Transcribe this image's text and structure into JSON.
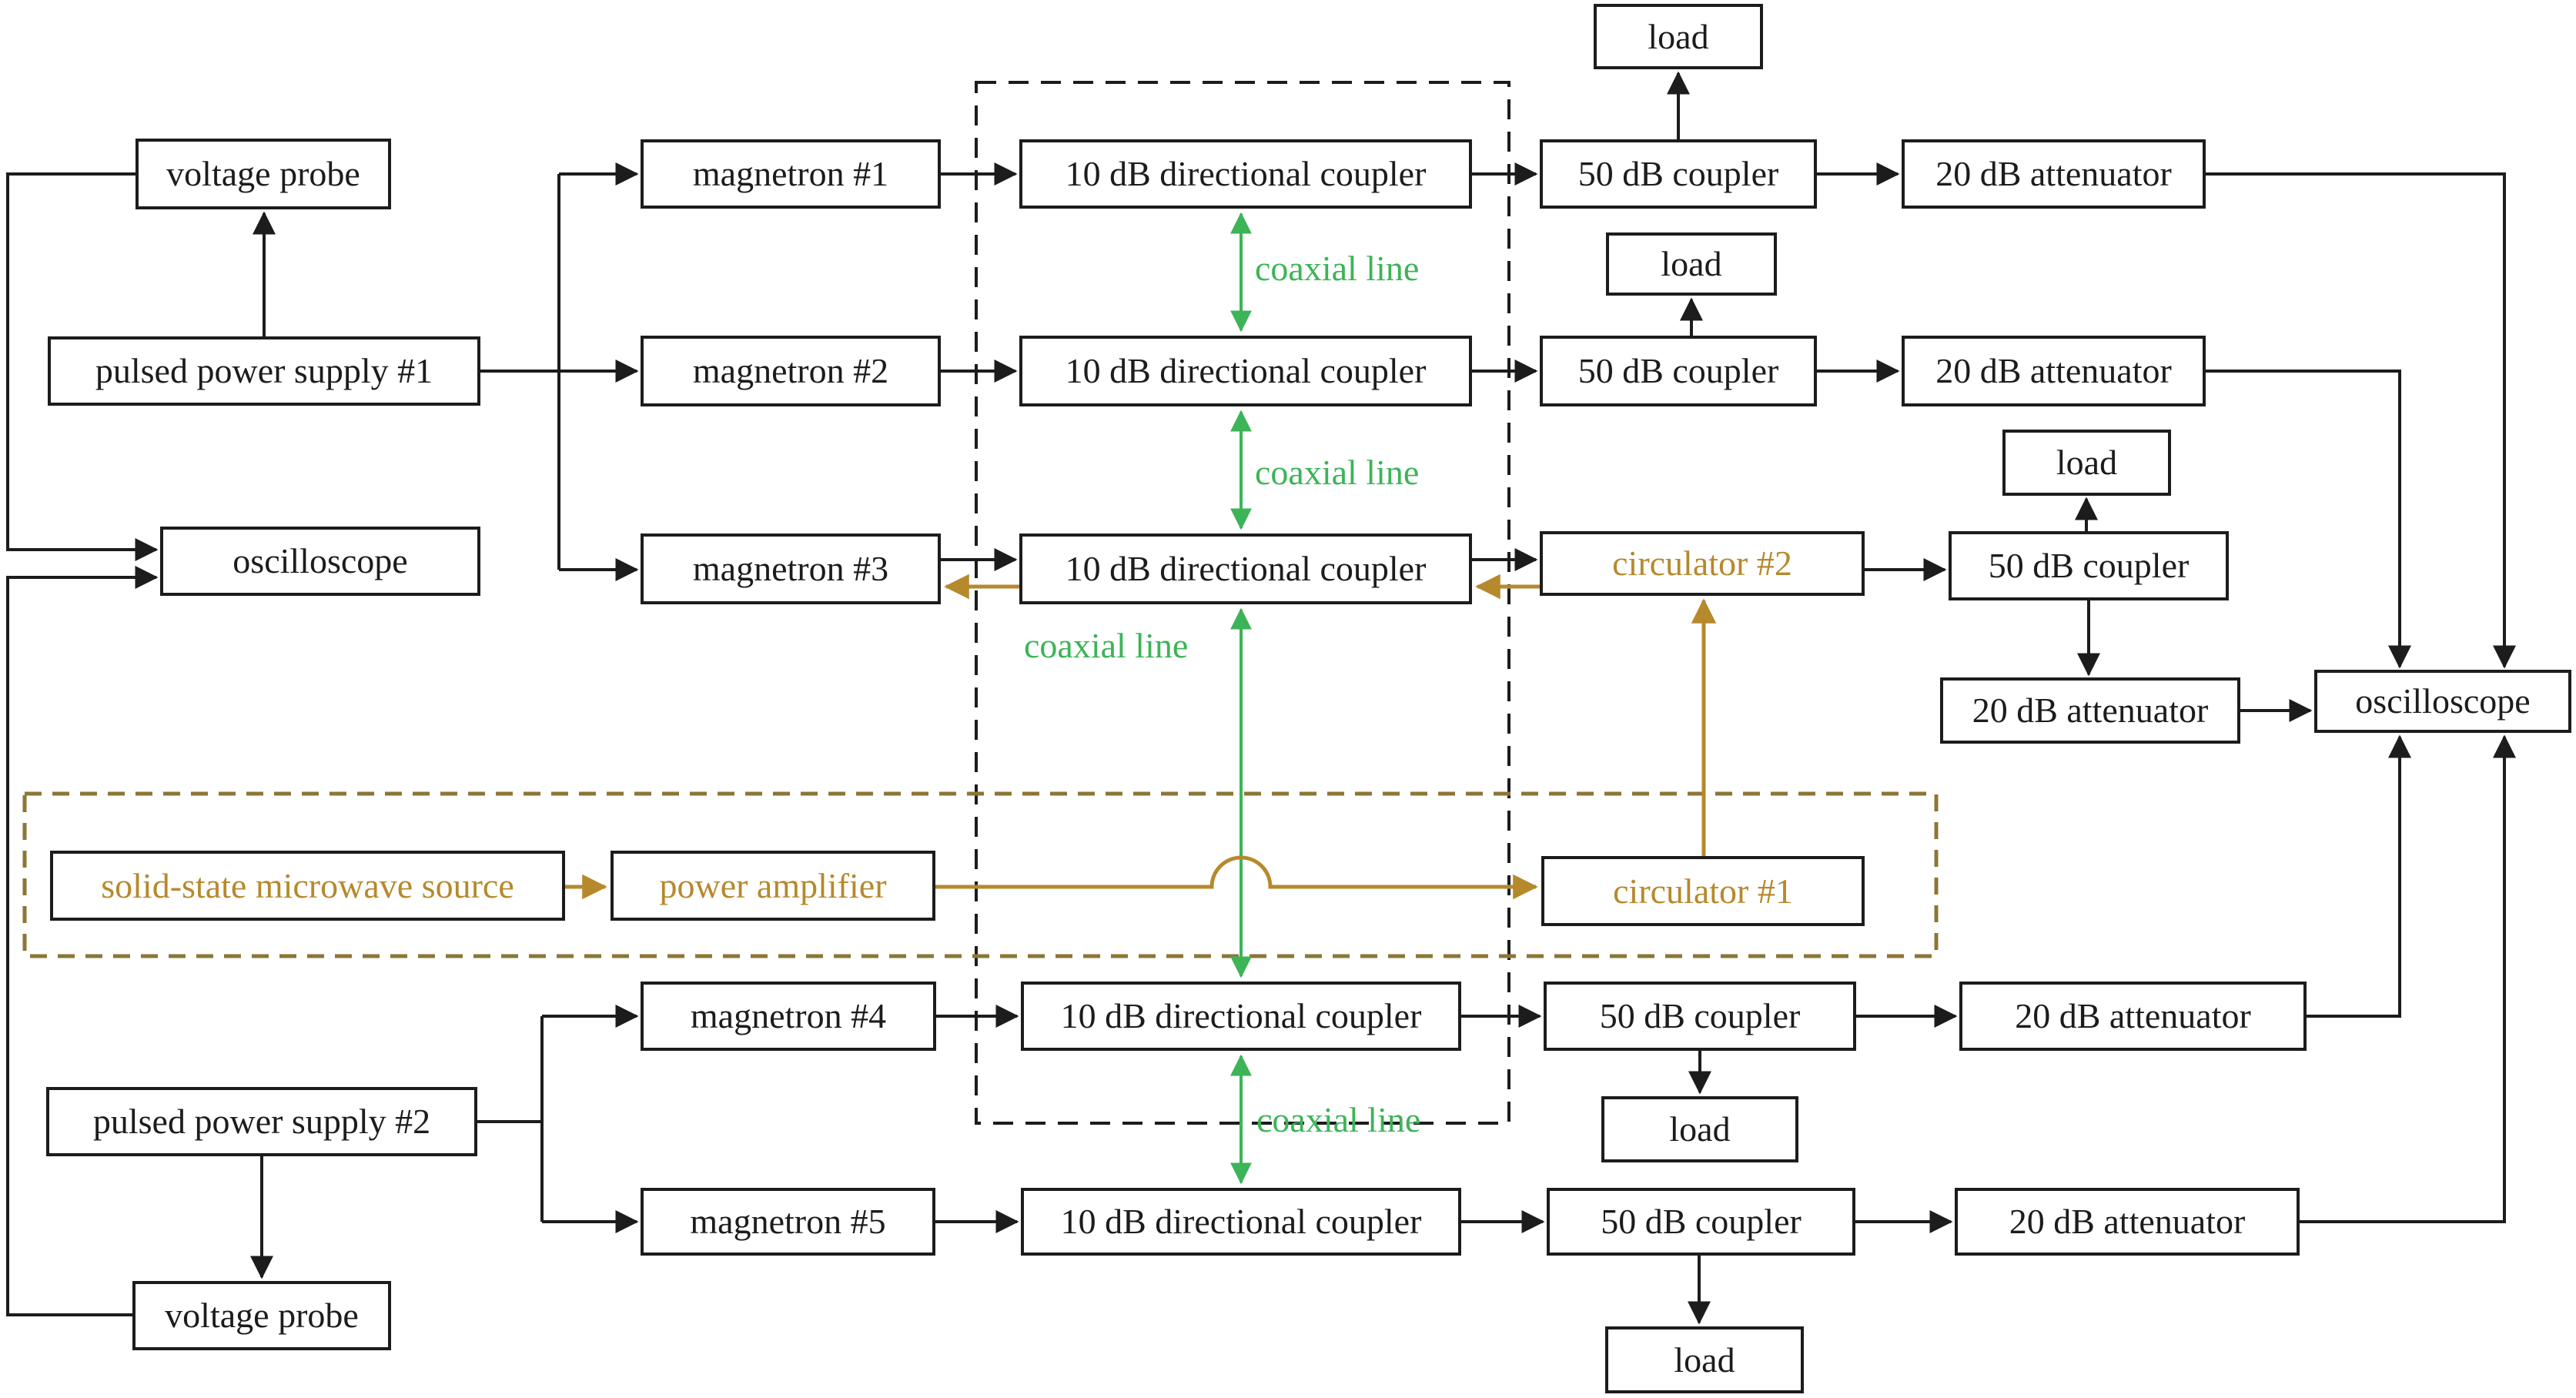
{
  "colors": {
    "ink": "#1c1c1c",
    "green": "#3cb457",
    "gold": "#b6892c",
    "gold_dark": "#8c7634"
  },
  "labels": {
    "coaxial_line": "coaxial line"
  },
  "boxes": {
    "vp1": {
      "label": "voltage probe"
    },
    "pps1": {
      "label": "pulsed power supply #1"
    },
    "osc_left": {
      "label": "oscilloscope"
    },
    "mag1": {
      "label": "magnetron #1"
    },
    "mag2": {
      "label": "magnetron #2"
    },
    "mag3": {
      "label": "magnetron #3"
    },
    "mag4": {
      "label": "magnetron #4"
    },
    "mag5": {
      "label": "magnetron #5"
    },
    "dc1": {
      "label": "10 dB directional coupler"
    },
    "dc2": {
      "label": "10 dB directional coupler"
    },
    "dc3": {
      "label": "10 dB directional coupler"
    },
    "dc4": {
      "label": "10 dB directional coupler"
    },
    "dc5": {
      "label": "10 dB directional coupler"
    },
    "c50_1": {
      "label": "50 dB coupler"
    },
    "c50_2": {
      "label": "50 dB coupler"
    },
    "c50_3": {
      "label": "50 dB coupler"
    },
    "c50_4": {
      "label": "50 dB coupler"
    },
    "c50_5": {
      "label": "50 dB coupler"
    },
    "att1": {
      "label": "20 dB attenuator"
    },
    "att2": {
      "label": "20 dB attenuator"
    },
    "att3": {
      "label": "20 dB attenuator"
    },
    "att4": {
      "label": "20 dB attenuator"
    },
    "att5": {
      "label": "20 dB attenuator"
    },
    "load1": {
      "label": "load"
    },
    "load2": {
      "label": "load"
    },
    "load3": {
      "label": "load"
    },
    "load4": {
      "label": "load"
    },
    "load5": {
      "label": "load"
    },
    "circ1": {
      "label": "circulator #1"
    },
    "circ2": {
      "label": "circulator #2"
    },
    "sss": {
      "label": "solid-state microwave source"
    },
    "pamp": {
      "label": "power amplifier"
    },
    "osc_right": {
      "label": "oscilloscope"
    },
    "pps2": {
      "label": "pulsed power supply #2"
    },
    "vp2": {
      "label": "voltage probe"
    }
  }
}
